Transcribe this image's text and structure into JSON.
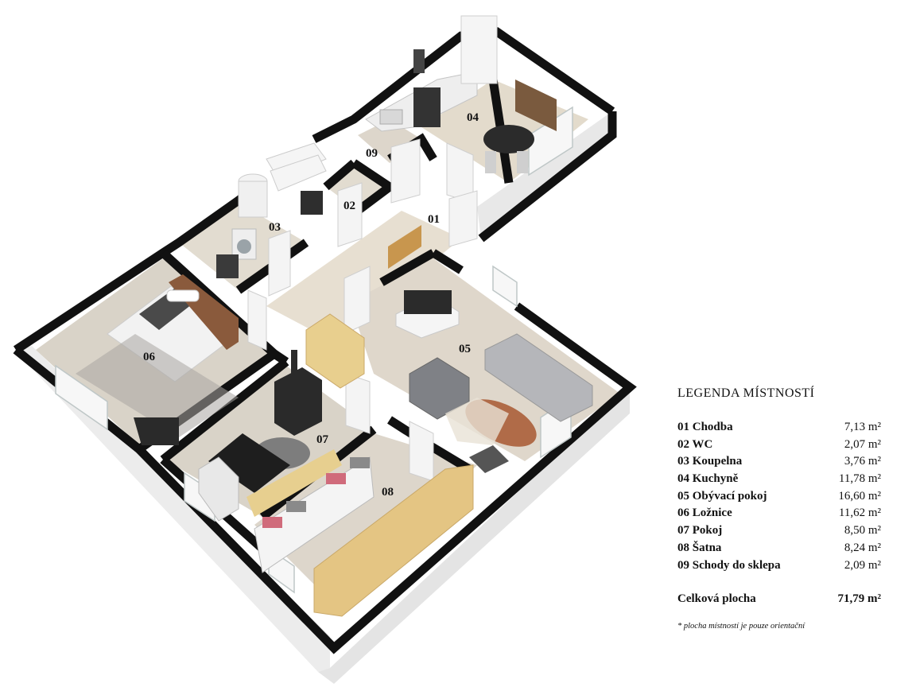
{
  "rooms": [
    {
      "number": "01",
      "name": "Chodba",
      "area": "7,13 m²"
    },
    {
      "number": "02",
      "name": "WC",
      "area": "2,07 m²"
    },
    {
      "number": "03",
      "name": "Koupelna",
      "area": "3,76 m²"
    },
    {
      "number": "04",
      "name": "Kuchyně",
      "area": "11,78 m²"
    },
    {
      "number": "05",
      "name": "Obývací pokoj",
      "area": "16,60 m²"
    },
    {
      "number": "06",
      "name": "Ložnice",
      "area": "11,62 m²"
    },
    {
      "number": "07",
      "name": "Pokoj",
      "area": "8,50 m²"
    },
    {
      "number": "08",
      "name": "Šatna",
      "area": "8,24 m²"
    },
    {
      "number": "09",
      "name": "Schody do sklepa",
      "area": "2,09 m²"
    }
  ],
  "legend": {
    "title": "LEGENDA MÍSTNOSTÍ",
    "total_label": "Celková plocha",
    "total_area": "71,79 m²",
    "note": "* plocha místností je pouze orientační"
  },
  "colors": {
    "wall": "#111111",
    "wall_side": "#e9e9e9",
    "floor_wood": "#ddd3c3",
    "floor_tile": "#e4dccf",
    "furniture_wood": "#e6cc8e",
    "sofa": "#b9babd"
  }
}
